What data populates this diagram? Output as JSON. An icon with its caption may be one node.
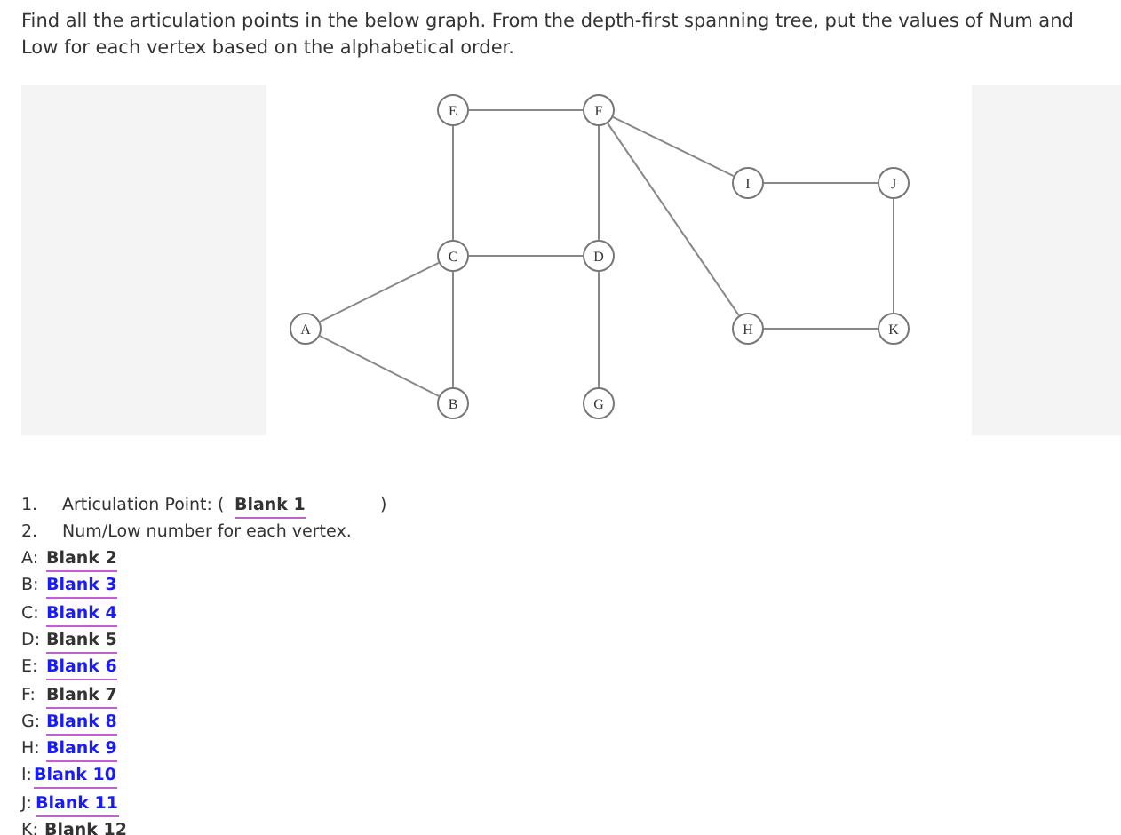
{
  "diagram": {
    "title": "Find all the articulation points in the below graph. From the depth-first spanning tree, put the values of Num and Low for each vertex based on the alphabetical order.",
    "nodes": [
      {
        "text": [
          "E"
        ]
      },
      {
        "text": [
          "F"
        ]
      },
      {
        "text": [
          "I"
        ]
      },
      {
        "text": [
          "J"
        ]
      },
      {
        "text": [
          "C"
        ]
      },
      {
        "text": [
          "D"
        ]
      },
      {
        "text": [
          "A"
        ]
      },
      {
        "text": [
          "H"
        ]
      },
      {
        "text": [
          "K"
        ]
      },
      {
        "text": [
          "B"
        ]
      },
      {
        "text": [
          "G"
        ]
      }
    ],
    "edges": [
      {
        "from": 0,
        "to": 1,
        "arrow": "none"
      },
      {
        "from": 0,
        "to": 4,
        "arrow": "none"
      },
      {
        "from": 1,
        "to": 5,
        "arrow": "none"
      },
      {
        "from": 1,
        "to": 2,
        "arrow": "none"
      },
      {
        "from": 1,
        "to": 7,
        "arrow": "none"
      },
      {
        "from": 2,
        "to": 3,
        "arrow": "none"
      },
      {
        "from": 3,
        "to": 8,
        "arrow": "none"
      },
      {
        "from": 7,
        "to": 8,
        "arrow": "none"
      },
      {
        "from": 4,
        "to": 5,
        "arrow": "none"
      },
      {
        "from": 4,
        "to": 6,
        "arrow": "none"
      },
      {
        "from": 4,
        "to": 9,
        "arrow": "none"
      },
      {
        "from": 6,
        "to": 9,
        "arrow": "none"
      },
      {
        "from": 5,
        "to": 10,
        "arrow": "none"
      }
    ],
    "labels": [
      "1.",
      "Articulation Point: (",
      "Blank 1",
      ")",
      "2.",
      "Num/Low number for each vertex.",
      "A:",
      "Blank 2",
      "B:",
      "Blank 3",
      "C:",
      "Blank 4",
      "D:",
      "Blank 5",
      "E:",
      "Blank 6",
      "F:",
      "Blank 7",
      "G:",
      "Blank 8",
      "H:",
      "Blank 9",
      "I:",
      "Blank 10",
      "J:",
      "Blank 11",
      "K:",
      "Blank 12"
    ]
  }
}
